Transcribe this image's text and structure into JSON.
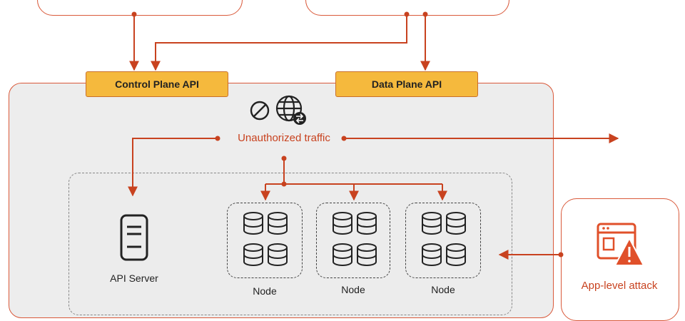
{
  "diagram": {
    "top_boxes": [
      {
        "id": "left-client",
        "label": ""
      },
      {
        "id": "right-client",
        "label": ""
      }
    ],
    "api_tabs": {
      "control_plane": "Control Plane API",
      "data_plane": "Data Plane API"
    },
    "unauthorized_traffic": "Unauthorized traffic",
    "api_server": "API Server",
    "nodes": [
      {
        "label": "Node"
      },
      {
        "label": "Node"
      },
      {
        "label": "Node"
      }
    ],
    "app_attack": "App-level attack",
    "colors": {
      "accent_red": "#d9593a",
      "api_tab_fill": "#f5b93d",
      "cluster_fill": "#ededed",
      "attack_red": "#e0502a"
    }
  }
}
